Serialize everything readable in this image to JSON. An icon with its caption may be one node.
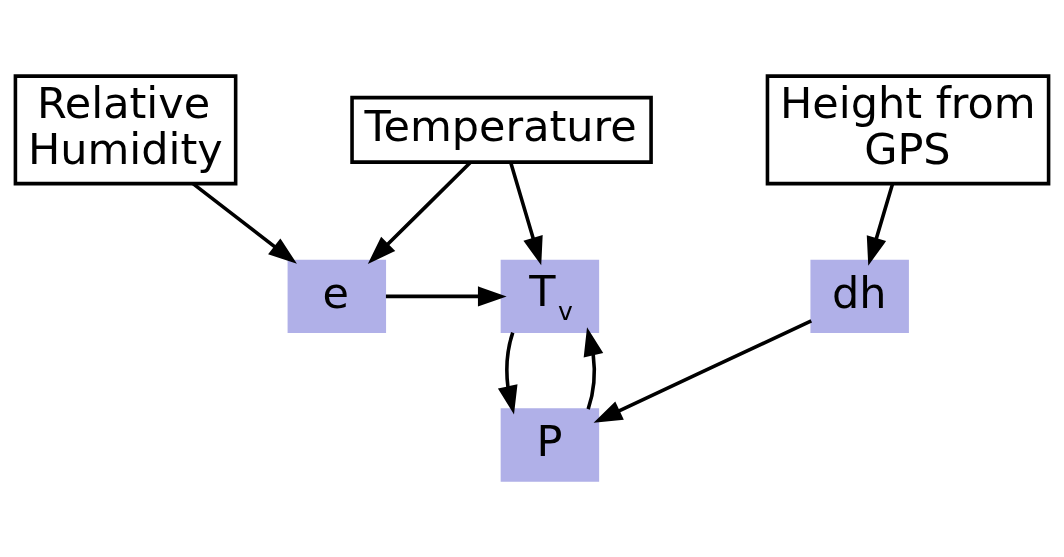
{
  "diagram": {
    "nodes": [
      {
        "text": [
          "Relative Humidity"
        ]
      },
      {
        "text": [
          "Temperature"
        ]
      },
      {
        "text": [
          "Height from GPS"
        ]
      },
      {
        "text": [
          "e"
        ]
      },
      {
        "text": [
          "T$_{v}$"
        ]
      },
      {
        "text": [
          "dh"
        ]
      },
      {
        "text": [
          "P"
        ]
      }
    ],
    "edges": [
      {
        "from": 0,
        "to": 3,
        "arrow": "to"
      },
      {
        "from": 1,
        "to": 3,
        "arrow": "to"
      },
      {
        "from": 1,
        "to": 4,
        "arrow": "to"
      },
      {
        "from": 2,
        "to": 5,
        "arrow": "to"
      },
      {
        "from": 3,
        "to": 4,
        "arrow": "to"
      },
      {
        "from": 4,
        "to": 6,
        "arrow": "to"
      },
      {
        "from": 6,
        "to": 4,
        "arrow": "to"
      },
      {
        "from": 5,
        "to": 6,
        "arrow": "to"
      }
    ]
  }
}
